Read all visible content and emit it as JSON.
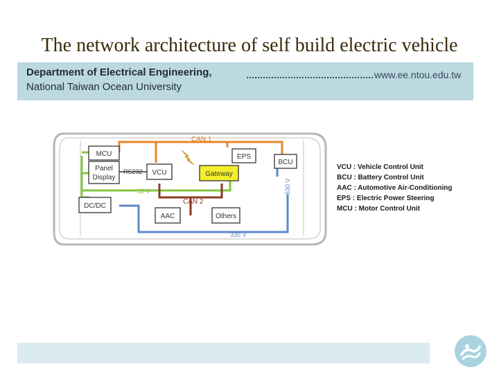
{
  "slide": {
    "title": "The network architecture of self build electric vehicle"
  },
  "header": {
    "department": "Department of Electrical Engineering,",
    "university": "National Taiwan Ocean University",
    "url": "www.ee.ntou.edu.tw"
  },
  "diagram": {
    "boxes": {
      "mcu": "MCU",
      "panel_line1": "Panel",
      "panel_line2": "Display",
      "vcu": "VCU",
      "gateway": "Gateway",
      "eps": "EPS",
      "bcu": "BCU",
      "dcdc": "DC/DC",
      "aac": "AAC",
      "others": "Others"
    },
    "labels": {
      "can1": "CAN 1",
      "can2": "CAN 2",
      "rs232": "RS232",
      "v12": "12 V",
      "v330_vertical": "330 V",
      "v330_bottom": "330 V"
    },
    "colors": {
      "can1_line": "#e8852a",
      "can2_line": "#8b3a22",
      "v12_line": "#86c440",
      "v330_line": "#5b8ac8",
      "gateway_fill": "#f2ee2c",
      "wire_label": "#d07a2a"
    }
  },
  "legend": [
    "VCU : Vehicle Control Unit",
    "BCU : Battery Control Unit",
    "AAC : Automotive Air-Conditioning",
    "EPS  : Electric Power Steering",
    "MCU : Motor Control Unit"
  ],
  "logo": {
    "icon": "wave-logo-icon"
  }
}
